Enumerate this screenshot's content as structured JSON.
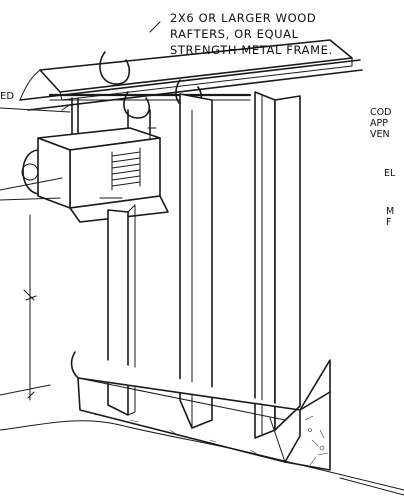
{
  "labels": {
    "rafter_note_line1": "2X6 OR LARGER WOOD",
    "rafter_note_line2": "RAFTERS, OR EQUAL",
    "rafter_note_line3": "STRENGTH METAL FRAME.",
    "left_label_fragment": "ED",
    "right_line1": "COD",
    "right_line2": "APP",
    "right_line3": "VEN",
    "right_line4": "EL",
    "right_line5": "M",
    "right_line6": "F"
  }
}
